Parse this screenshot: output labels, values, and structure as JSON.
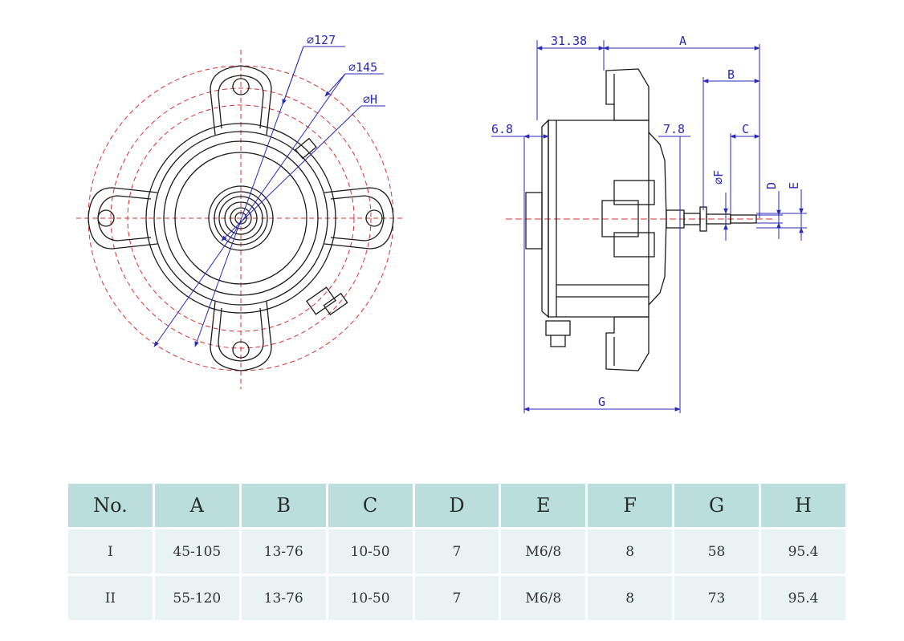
{
  "front_view": {
    "dim_d127": "⌀127",
    "dim_d145": "⌀145",
    "dim_dH": "⌀H"
  },
  "side_view": {
    "dim_31_38": "31.38",
    "dim_A": "A",
    "dim_B": "B",
    "dim_C": "C",
    "dim_6_8": "6.8",
    "dim_7_8": "7.8",
    "dim_dF": "⌀F",
    "dim_D": "D",
    "dim_E": "E",
    "dim_G": "G"
  },
  "table": {
    "headers": [
      "No.",
      "A",
      "B",
      "C",
      "D",
      "E",
      "F",
      "G",
      "H"
    ],
    "rows": [
      [
        "I",
        "45-105",
        "13-76",
        "10-50",
        "7",
        "M6/8",
        "8",
        "58",
        "95.4"
      ],
      [
        "II",
        "55-120",
        "13-76",
        "10-50",
        "7",
        "M6/8",
        "8",
        "73",
        "95.4"
      ]
    ]
  },
  "colors": {
    "line": "#1a1a1a",
    "center_line": "#d83030",
    "dimension": "#2a2ab8",
    "header_bg": "#b9dedc",
    "cell_bg": "#eaf3f3"
  }
}
